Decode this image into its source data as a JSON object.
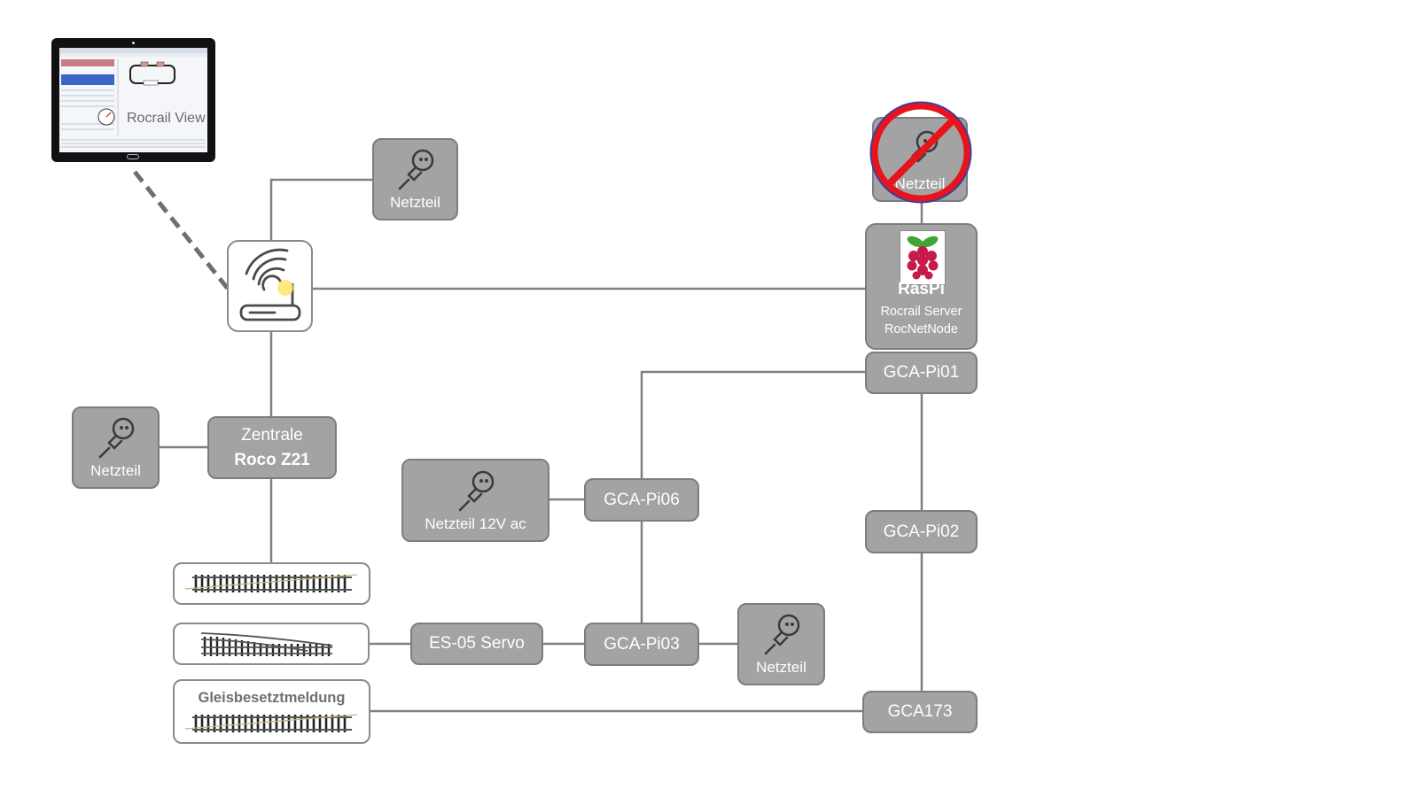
{
  "tablet": {
    "title": "Rocrail View"
  },
  "power_supplies": {
    "router": "Netzteil",
    "z21": "Netzteil",
    "pi06": "Netzteil 12V ac",
    "pi03": "Netzteil",
    "raspi_crossed": "Netzteil"
  },
  "central": {
    "line1": "Zentrale",
    "line2": "Roco Z21"
  },
  "raspi": {
    "title": "RasPi",
    "line1": "Rocrail Server",
    "line2": "RocNetNode"
  },
  "gca": {
    "pi01": "GCA-Pi01",
    "pi02": "GCA-Pi02",
    "pi06": "GCA-Pi06",
    "pi03": "GCA-Pi03",
    "gca173": "GCA173"
  },
  "servo": "ES-05 Servo",
  "tracks": {
    "occupancy_label": "Gleisbesetztmeldung"
  },
  "colors": {
    "node_fill": "#a3a3a3",
    "node_border": "#7d7d7d",
    "wire": "#808080",
    "prohibit_red": "#e8141b",
    "prohibit_ring": "#3e3ea0"
  },
  "icons": [
    "tablet-icon",
    "wifi-router-icon",
    "power-plug-icon",
    "raspberry-pi-logo-icon",
    "prohibited-icon",
    "straight-track-icon",
    "turnout-track-icon"
  ]
}
